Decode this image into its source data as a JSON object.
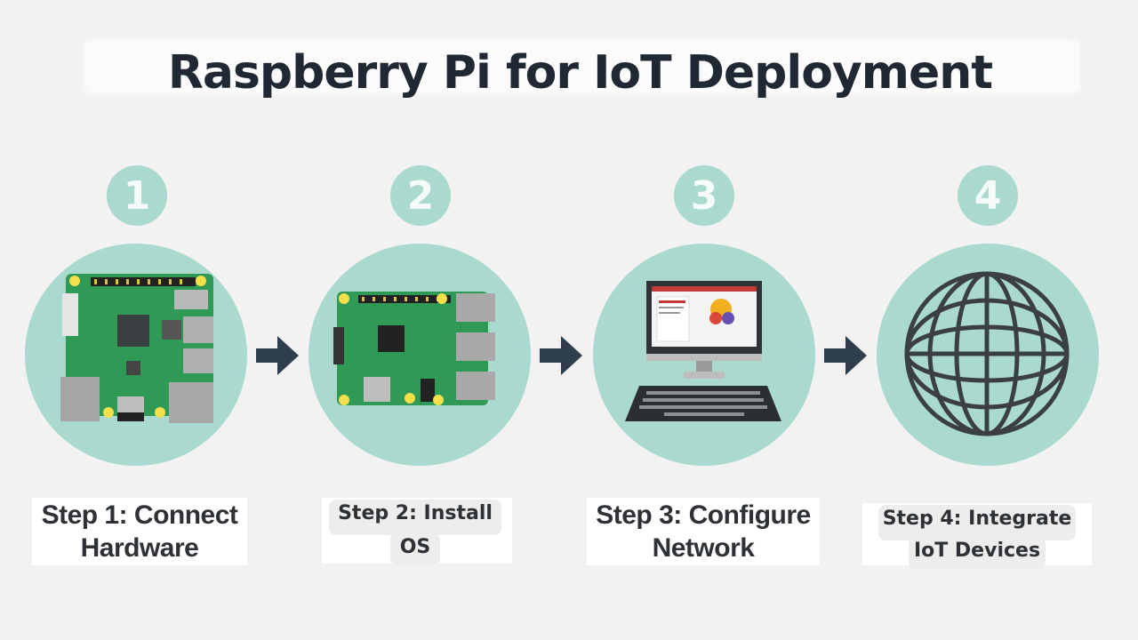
{
  "diagram": {
    "title": "Raspberry Pi for IoT Deployment",
    "steps": [
      {
        "number": "1",
        "label_line1": "Step 1: Connect",
        "label_line2": "Hardware",
        "image": "raspberry-pi-board-icon"
      },
      {
        "number": "2",
        "label_line1": "Step 2: Install",
        "label_line2": "OS",
        "image": "raspberry-pi-board-icon"
      },
      {
        "number": "3",
        "label_line1": "Step 3: Configure",
        "label_line2": "Network",
        "image": "desktop-computer-icon"
      },
      {
        "number": "4",
        "label_line1": "Step 4: Integrate",
        "label_line2": "IoT Devices",
        "image": "globe-icon"
      }
    ],
    "colors": {
      "disc": "#a9d9cf",
      "arrow": "#2f3e4d",
      "board": "#2e9a56",
      "title": "#1f2833"
    }
  }
}
